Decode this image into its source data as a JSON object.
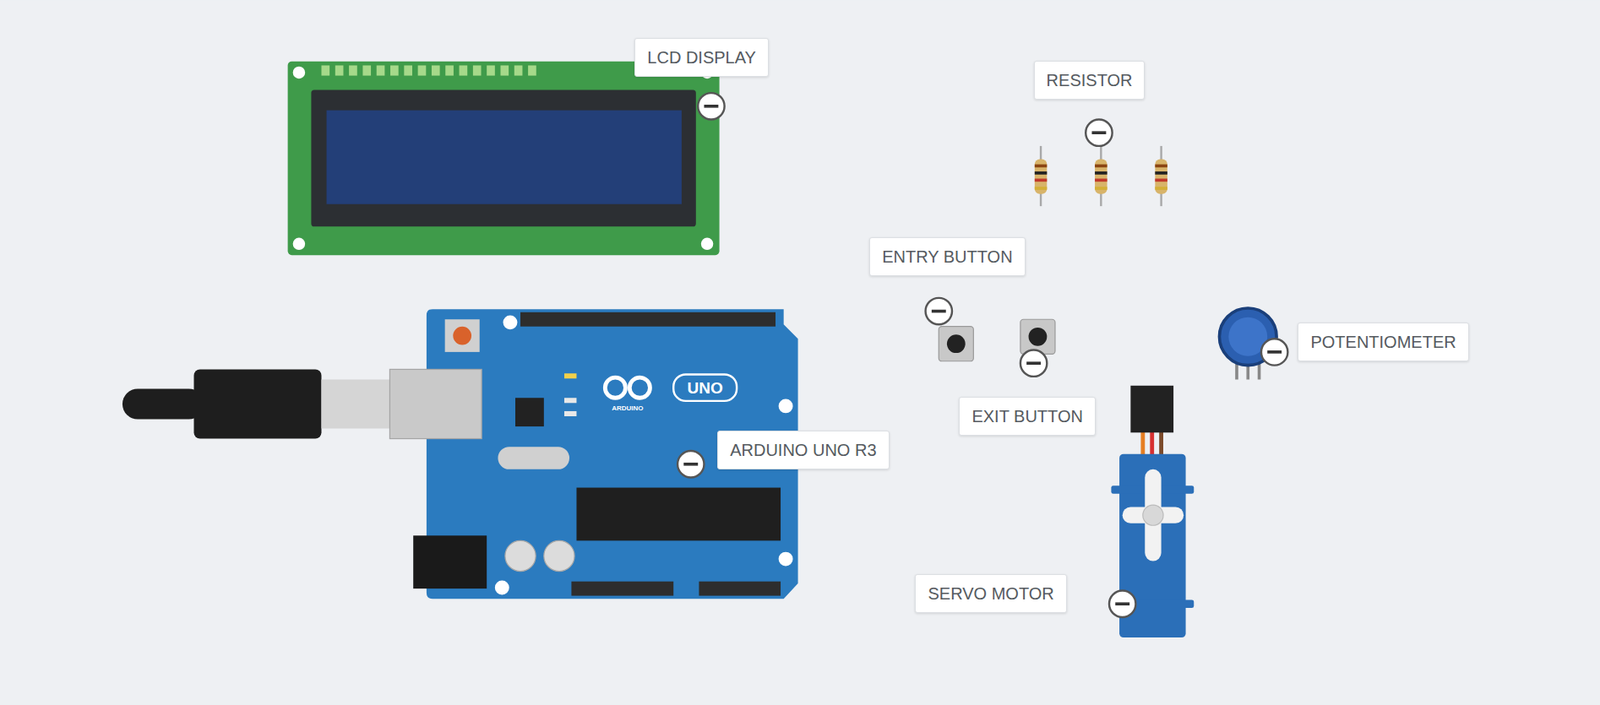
{
  "diagram": {
    "labels": [
      "LCD DISPLAY",
      "RESISTOR",
      "ENTRY BUTTON",
      "EXIT BUTTON",
      "POTENTIOMETER",
      "ARDUINO UNO R3",
      "SERVO MOTOR",
      "UNO",
      "ARDUINO"
    ]
  }
}
